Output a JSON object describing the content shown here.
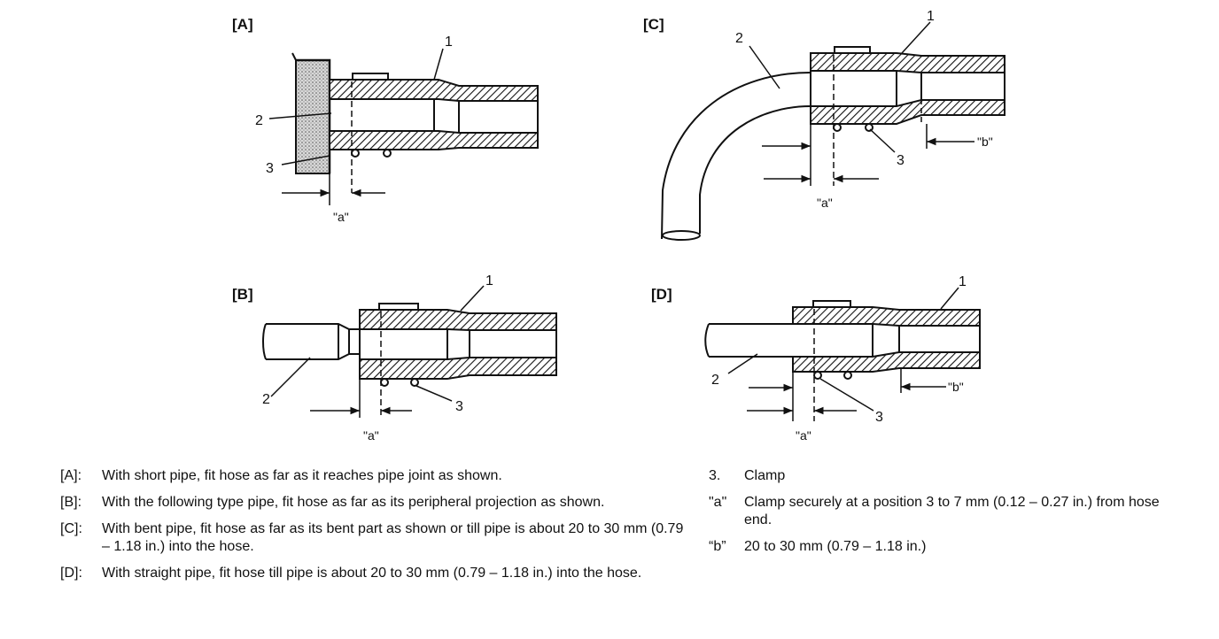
{
  "panels": {
    "A": {
      "tag": "[A]",
      "hose": "1",
      "pipe": "2",
      "clamp": "3",
      "dim_a": "\"a\""
    },
    "B": {
      "tag": "[B]",
      "hose": "1",
      "pipe": "2",
      "clamp": "3",
      "dim_a": "\"a\""
    },
    "C": {
      "tag": "[C]",
      "hose": "1",
      "pipe": "2",
      "clamp": "3",
      "dim_a": "\"a\"",
      "dim_b": "\"b\""
    },
    "D": {
      "tag": "[D]",
      "hose": "1",
      "pipe": "2",
      "clamp": "3",
      "dim_a": "\"a\"",
      "dim_b": "\"b\""
    }
  },
  "legend_left": [
    {
      "key": "[A]:",
      "text": "With short pipe, fit hose as far as it reaches pipe joint as shown."
    },
    {
      "key": "[B]:",
      "text": "With the following type pipe, fit hose as far as its peripheral projection as shown."
    },
    {
      "key": "[C]:",
      "text": "With bent pipe, fit hose as far as its bent part as shown or till pipe is about 20 to 30 mm (0.79 – 1.18 in.) into the hose."
    },
    {
      "key": "[D]:",
      "text": "With straight pipe, fit hose till pipe is about 20 to 30 mm (0.79 – 1.18 in.) into the hose."
    }
  ],
  "legend_right": [
    {
      "key": "3.",
      "text": "Clamp"
    },
    {
      "key": "\"a\"",
      "text": "Clamp securely at a position 3 to 7 mm (0.12 – 0.27 in.) from hose end."
    },
    {
      "key": "“b”",
      "text": "20 to 30 mm (0.79 – 1.18 in.)"
    }
  ]
}
